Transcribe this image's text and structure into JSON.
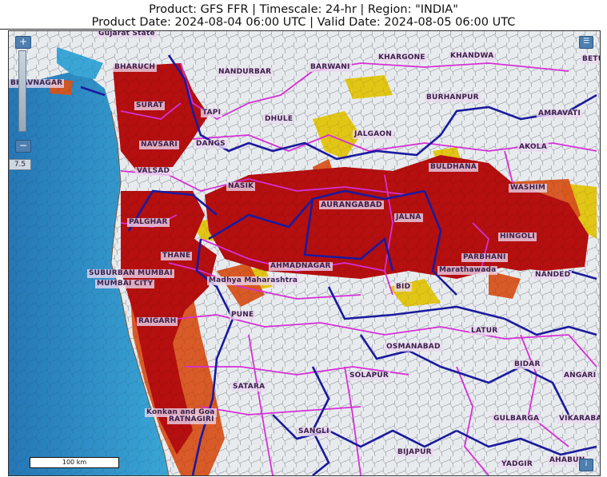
{
  "header": {
    "line1": "Product: GFS FFR  |  Timescale: 24-hr  |  Region: \"INDIA\"",
    "line2": "Product Date: 2024-08-04 06:00 UTC  |  Valid Date: 2024-08-05 06:00 UTC"
  },
  "map": {
    "zoom_in_label": "+",
    "zoom_out_label": "−",
    "zoom_level": "7.5",
    "scale_label": "100 km",
    "colors": {
      "sea": "#2f8fc7",
      "land": "#e8ebee",
      "severe": "#b50f0f",
      "high": "#d8531c",
      "moderate": "#e0c40a",
      "state_border": "#1a1a9e",
      "district_border": "#d62fd6"
    },
    "labels": {
      "gujarat_state": "Gujarat State",
      "bhavnagar": "BHAVNAGAR",
      "bharuch": "BHARUCH",
      "nandurbar": "NANDURBAR",
      "barwani": "BARWANI",
      "khargone": "KHARGONE",
      "khandwa": "KHANDWA",
      "betul": "BETU",
      "surat": "SURAT",
      "tapi": "TAPI",
      "dhule": "DHULE",
      "burhanpur": "BURHANPUR",
      "amravati": "AMRAVATI",
      "navsari": "NAVSARI",
      "dangs": "DANGS",
      "jalgaon": "JALGAON",
      "akola": "AKOLA",
      "valsad": "VALSAD",
      "buldhana": "BULDHANA",
      "washim": "WASHIM",
      "nasik": "NASIK",
      "aurangabad": "AURANGABAD",
      "jalna": "JALNA",
      "hingoli": "HINGOLI",
      "palghar": "PALGHAR",
      "thane": "THANE",
      "parbhani": "PARBHANI",
      "suburban_mumbai": "SUBURBAN MUMBAI",
      "ahmadnagar": "AHMADNAGAR",
      "marathawada": "Marathawada",
      "nanded": "NANDED",
      "mumbai_city": "MUMBAI CITY",
      "madhya_maharashtra": "Madhya Maharashtra",
      "bid": "BID",
      "raigarh": "RAIGARH",
      "pune": "PUNE",
      "latur": "LATUR",
      "osmanabad": "OSMANABAD",
      "bidar": "BIDAR",
      "solapur": "SOLAPUR",
      "satara": "SATARA",
      "angari": "ANGARI",
      "konkan_and_goa": "Konkan and Goa",
      "ratnagiri": "RATNAGIRI",
      "sangli": "SANGLI",
      "gulbarga": "GULBARGA",
      "vikarabad": "VIKARABA",
      "bijapur": "BIJAPUR",
      "yadgir": "YADGIR",
      "mahbubnagar": "AHABUN"
    }
  }
}
